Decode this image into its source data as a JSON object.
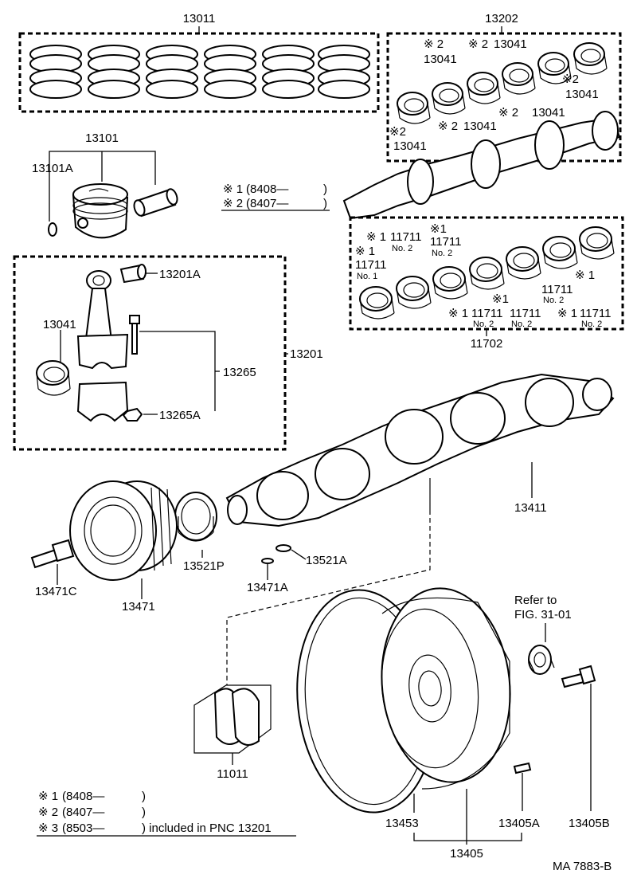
{
  "labels": {
    "rings": "13011",
    "piston": "13101",
    "snap_ring": "13101A",
    "conrod_bearing_set": "13202",
    "conrod_bearing": "13041",
    "conrod_assy": "13201",
    "bushing": "13201A",
    "conrod_bolt": "13265",
    "conrod_nut": "13265A",
    "main_bearing_set": "11702",
    "main_bearing": "11711",
    "crankshaft": "13411",
    "crank_key_b": "13521A",
    "crank_key_a": "13471A",
    "timing_gear": "13521P",
    "pulley": "13471",
    "pulley_bolt": "13471C",
    "thrust_washer": "11011",
    "flywheel_assy": "13405",
    "ring_gear": "13453",
    "flywheel_pin": "13405A",
    "flywheel_bolt": "13405B",
    "refer_line1": "Refer to",
    "refer_line2": "FIG. 31-01",
    "no1": "No. 1",
    "no2": "No. 2",
    "mark1": "※ 1",
    "mark2": "※ 2",
    "mark3": "※ 3",
    "mark1_short": "※1",
    "mark2_short": "※2",
    "date_8408": "(8408—",
    "date_8407": "(8407—",
    "date_8503": "(8503—",
    "paren": ")",
    "included": ") included in PNC 13201",
    "figure_id": "MA  7883-B"
  }
}
